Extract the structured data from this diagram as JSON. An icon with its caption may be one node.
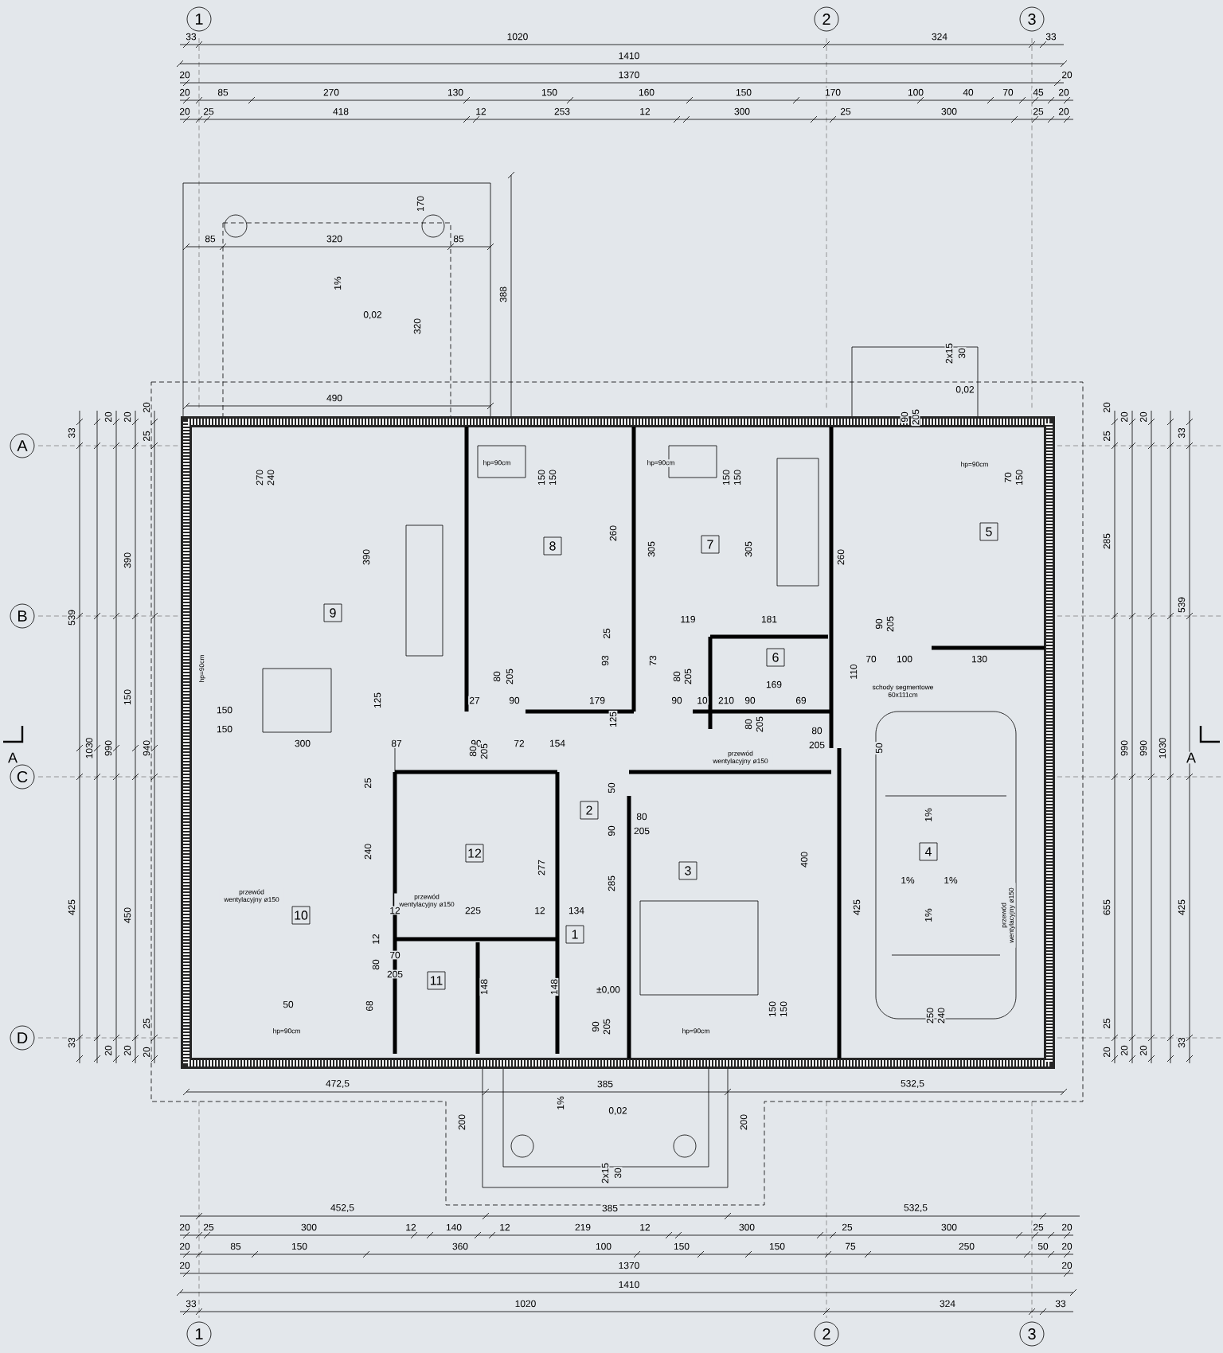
{
  "diagram": {
    "nodes": [
      {
        "text": [
          "1"
        ]
      },
      {
        "text": [
          "2"
        ]
      },
      {
        "text": [
          "3"
        ]
      },
      {
        "text": [
          "A"
        ]
      },
      {
        "text": [
          "B"
        ]
      },
      {
        "text": [
          "C"
        ]
      },
      {
        "text": [
          "D"
        ]
      },
      {
        "text": [
          "8"
        ]
      },
      {
        "text": [
          "7"
        ]
      },
      {
        "text": [
          "5"
        ]
      },
      {
        "text": [
          "9"
        ]
      },
      {
        "text": [
          "6"
        ]
      },
      {
        "text": [
          "2"
        ]
      },
      {
        "text": [
          "12"
        ]
      },
      {
        "text": [
          "3"
        ]
      },
      {
        "text": [
          "4"
        ]
      },
      {
        "text": [
          "10"
        ]
      },
      {
        "text": [
          "1"
        ]
      },
      {
        "text": [
          "11"
        ]
      },
      {
        "text": [
          "1"
        ]
      },
      {
        "text": [
          "2"
        ]
      },
      {
        "text": [
          "3"
        ]
      }
    ],
    "labels": [
      "33",
      "1020",
      "324",
      "33",
      "1410",
      "20",
      "1370",
      "20",
      "20",
      "85",
      "270",
      "130",
      "150",
      "160",
      "150",
      "170",
      "100",
      "40",
      "70",
      "45",
      "20",
      "20",
      "25",
      "418",
      "12",
      "253",
      "12",
      "300",
      "25",
      "300",
      "25",
      "20",
      "170",
      "85",
      "320",
      "85",
      "1%",
      "0,02",
      "320",
      "388",
      "490",
      "2x15",
      "30",
      "0,02",
      "90",
      "205",
      "33",
      "539",
      "425",
      "33",
      "1030",
      "20",
      "990",
      "20",
      "20",
      "390",
      "150",
      "450",
      "20",
      "20",
      "25",
      "940",
      "25",
      "20",
      "20",
      "25",
      "285",
      "655",
      "25",
      "20",
      "20",
      "990",
      "20",
      "20",
      "990",
      "20",
      "1030",
      "33",
      "539",
      "425",
      "33",
      "A",
      "A",
      "270",
      "240",
      "390",
      "hp=90cm",
      "150",
      "150",
      "260",
      "305",
      "hp=90cm",
      "150",
      "150",
      "305",
      "260",
      "hp=90cm",
      "70",
      "150",
      "119",
      "181",
      "25",
      "93",
      "73",
      "80",
      "205",
      "80",
      "205",
      "90",
      "205",
      "169",
      "110",
      "70",
      "100",
      "130",
      "schody segmentowe 60x111cm",
      "hp=90cm",
      "150",
      "150",
      "300",
      "125",
      "27",
      "90",
      "179",
      "90",
      "10",
      "210",
      "90",
      "69",
      "87",
      "90",
      "72",
      "154",
      "125",
      "80",
      "205",
      "80",
      "205",
      "80",
      "205",
      "przewód wentylacyjny ø150",
      "50",
      "25",
      "50",
      "80",
      "205",
      "90",
      "240",
      "277",
      "285",
      "400",
      "425",
      "1%",
      "1%",
      "1%",
      "1%",
      "przewód wentylacyjny ø150",
      "przewód wentylacyjny ø150",
      "przewód wentylacyjny ø150",
      "12",
      "225",
      "12",
      "134",
      "12",
      "80",
      "70",
      "205",
      "148",
      "148",
      "50",
      "68",
      "±0,00",
      "90",
      "205",
      "hp=90cm",
      "hp=90cm",
      "150",
      "150",
      "250",
      "240",
      "472,5",
      "385",
      "532,5",
      "200",
      "1%",
      "0,02",
      "200",
      "2x15",
      "30",
      "452,5",
      "385",
      "532,5",
      "20",
      "25",
      "300",
      "12",
      "140",
      "12",
      "219",
      "12",
      "300",
      "25",
      "300",
      "25",
      "20",
      "20",
      "85",
      "150",
      "360",
      "100",
      "150",
      "150",
      "75",
      "250",
      "50",
      "20",
      "20",
      "1370",
      "20",
      "1410",
      "33",
      "1020",
      "324",
      "33"
    ]
  }
}
